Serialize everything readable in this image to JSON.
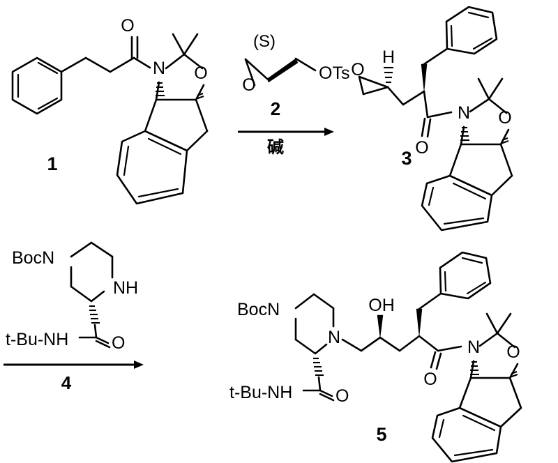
{
  "document": {
    "kind": "chemical-reaction-scheme",
    "background_color": "#ffffff",
    "ink_color": "#000000"
  },
  "scheme": {
    "compounds": [
      {
        "id": "compound-1",
        "label": "1",
        "name_hint": "N-(3-phenylpropanoyl) dimethyl oxazolidine fused indane",
        "atom_labels": [
          "O",
          "N",
          "O"
        ]
      },
      {
        "id": "compound-2",
        "label": "2",
        "name_hint": "(S)-glycidyl tosylate",
        "stereo_descriptor": "(S)",
        "atom_labels": [
          "O",
          "OTs"
        ]
      },
      {
        "id": "compound-3",
        "label": "3",
        "name_hint": "epoxide benzyl amide oxazolidine indane",
        "atom_labels": [
          "O",
          "H",
          "N",
          "O",
          "O"
        ]
      },
      {
        "id": "compound-4",
        "label": "4",
        "name_hint": "Boc piperazine t-butyl carboxamide",
        "atom_labels": [
          "BocN",
          "NH",
          "t-Bu-NH",
          "O"
        ]
      },
      {
        "id": "compound-5",
        "label": "5",
        "name_hint": "hydroxy amino alcohol coupled product",
        "atom_labels": [
          "BocN",
          "t-Bu-NH",
          "O",
          "N",
          "OH",
          "N",
          "O",
          "O"
        ]
      }
    ],
    "arrows": [
      {
        "id": "arrow-1",
        "above_label": "2",
        "below_label": "碱",
        "below_label_meaning": "base"
      },
      {
        "id": "arrow-2",
        "above_label": "",
        "below_label": "4"
      }
    ],
    "atoms": {
      "oxygen": "O",
      "nitrogen": "N",
      "hydrogen": "H",
      "hydroxyl": "OH",
      "amine": "NH",
      "tosylate": "OTs",
      "boc_nitrogen": "BocN",
      "tbu_amide": "t-Bu-NH",
      "stereo_s": "(S)"
    }
  },
  "chart_data": {
    "type": "diagram",
    "title": "Synthetic reaction scheme",
    "steps": [
      {
        "step": 1,
        "starting_material": "1",
        "reagent": "2",
        "conditions": "碱",
        "product": "3"
      },
      {
        "step": 2,
        "starting_material": "3",
        "reagent": "4",
        "conditions": "",
        "product": "5"
      }
    ]
  }
}
